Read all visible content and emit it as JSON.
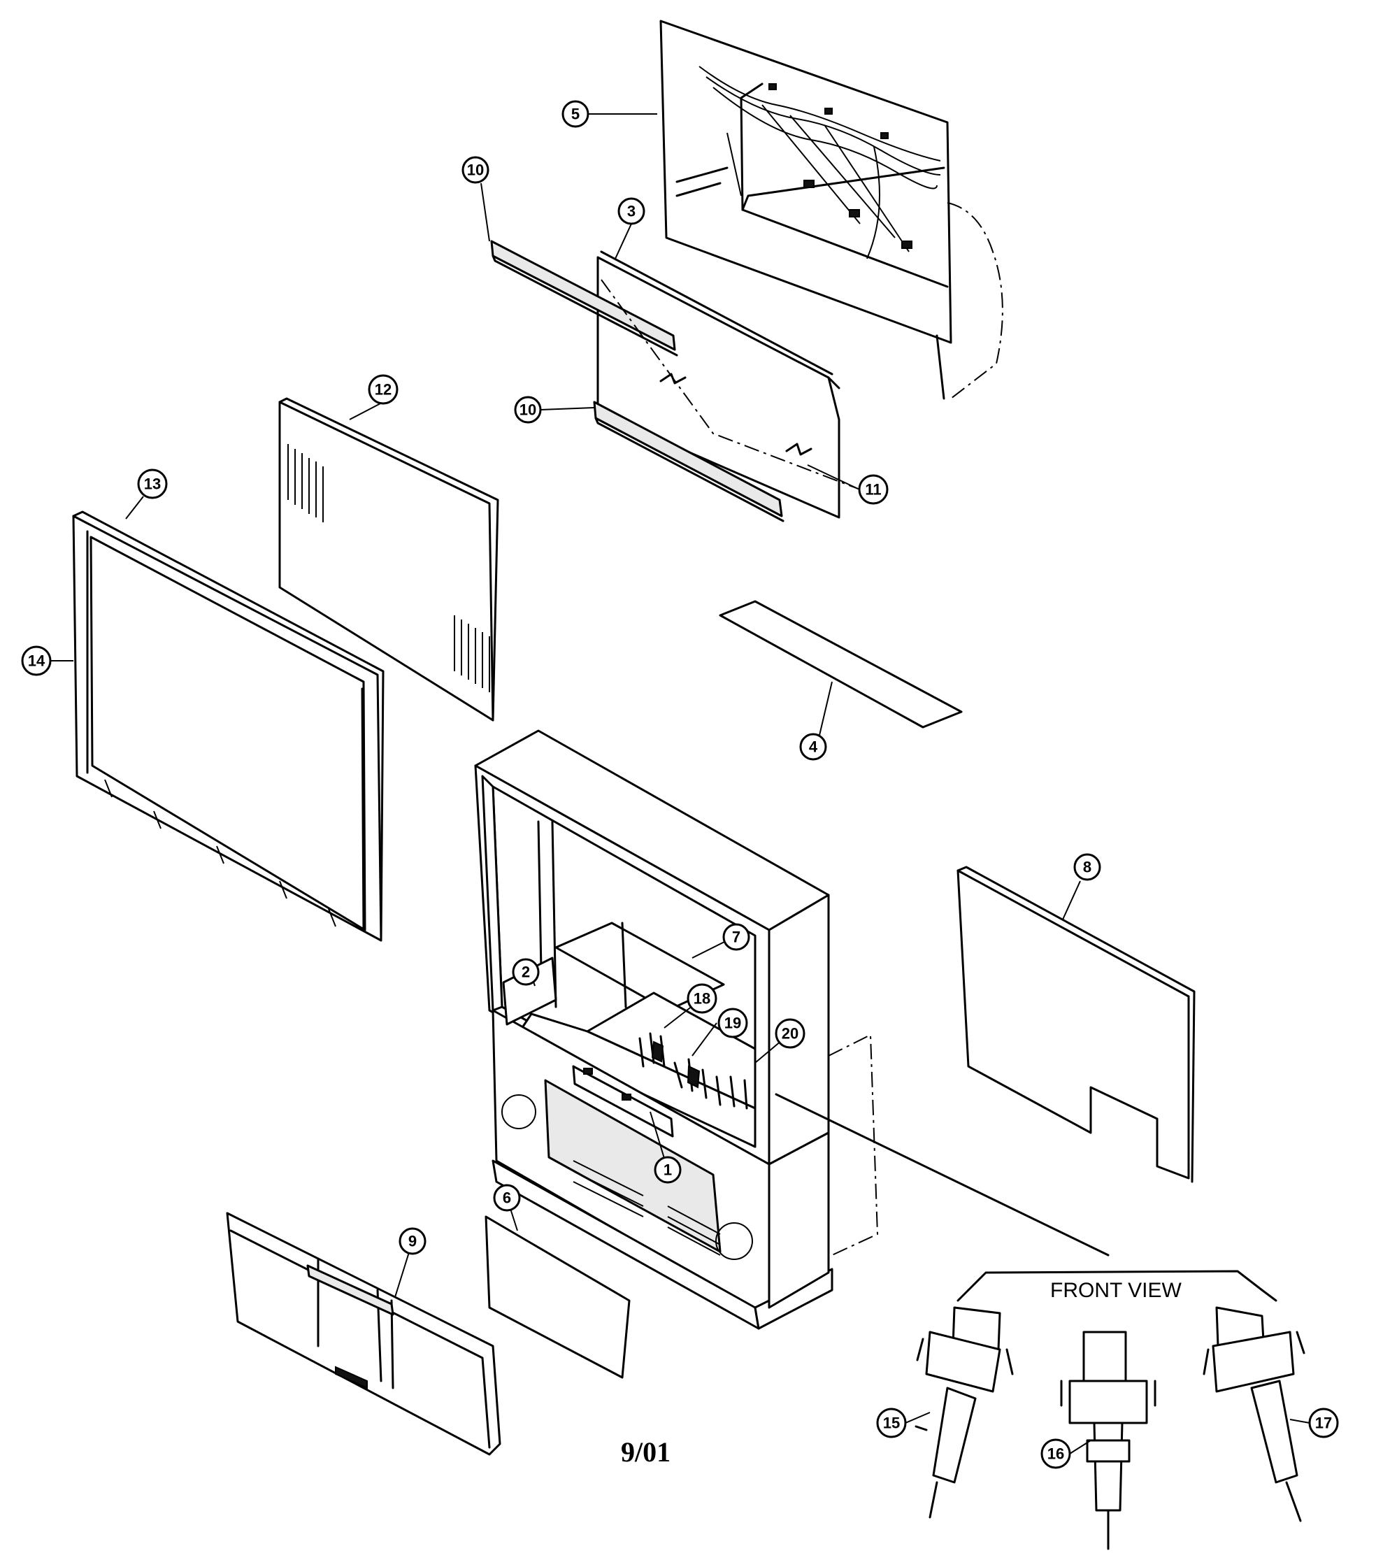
{
  "diagram": {
    "front_view_label": "FRONT VIEW",
    "date_code": "9/01",
    "callouts": [
      "5",
      "10",
      "3",
      "10",
      "11",
      "12",
      "13",
      "14",
      "4",
      "8",
      "7",
      "2",
      "18",
      "19",
      "20",
      "1",
      "6",
      "9",
      "15",
      "16",
      "17"
    ]
  }
}
